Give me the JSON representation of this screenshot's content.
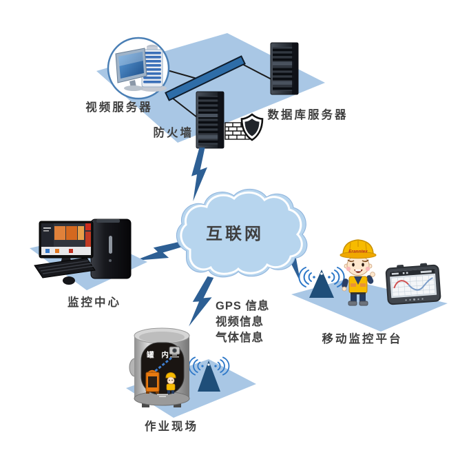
{
  "nodes": {
    "video_server": {
      "label": "视频服务器"
    },
    "firewall": {
      "label": "防火墙"
    },
    "database_server": {
      "label": "数据库服务器"
    },
    "internet_cloud": {
      "label": "互联网"
    },
    "monitoring_center": {
      "label": "监控中心"
    },
    "mobile_platform": {
      "label": "移动监控平台",
      "helmet_text": "Eranntex"
    },
    "work_site": {
      "label": "作业现场",
      "tank_label": "罐 内"
    }
  },
  "info_labels": {
    "lines": [
      "GPS 信息",
      "视频信息",
      "气体信息"
    ]
  },
  "colors": {
    "platform": "#a9c7e5",
    "cloud_fill": "#b7d5ee",
    "bolt": "#2d5f94",
    "switch_bar": "#2e6da8",
    "antenna": "#1f4e79",
    "wifi": "#2e78c8",
    "label_text": "#3f3f3f"
  }
}
